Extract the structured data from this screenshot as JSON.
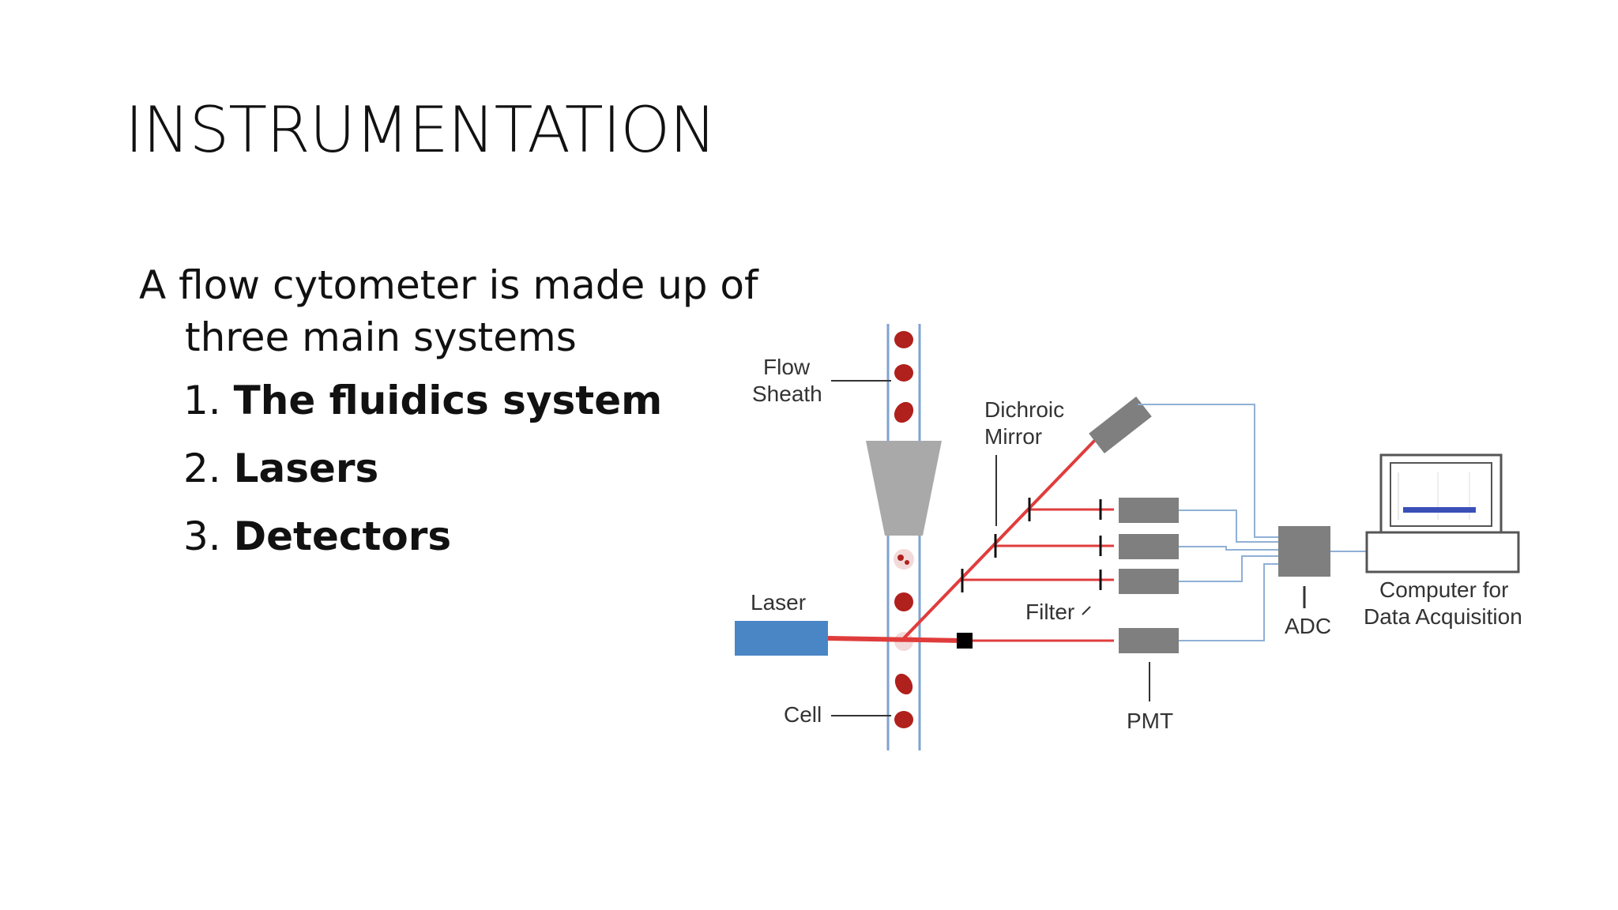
{
  "slide": {
    "title": "INSTRUMENTATION",
    "intro_line1": "A flow cytometer is made up of",
    "intro_line2": "three main systems",
    "items": [
      {
        "number": "1.",
        "label": "The fluidics system"
      },
      {
        "number": "2.",
        "label": "Lasers"
      },
      {
        "number": "3.",
        "label": "Detectors"
      }
    ]
  },
  "diagram": {
    "labels": {
      "flow": "Flow",
      "sheath": "Sheath",
      "dichroic": "Dichroic",
      "mirror": "Mirror",
      "laser": "Laser",
      "filter": "Filter",
      "cell": "Cell",
      "pmt": "PMT",
      "adc": "ADC",
      "computer1": "Computer for",
      "computer2": "Data Acquisition"
    },
    "colors": {
      "laser_beam": "#e03c3c",
      "laser_body": "#4a86c5",
      "cell": "#b0201c",
      "detector": "#7f7f7f",
      "wire": "#8fb0d6",
      "screen_bar": "#3a4fb8"
    }
  }
}
